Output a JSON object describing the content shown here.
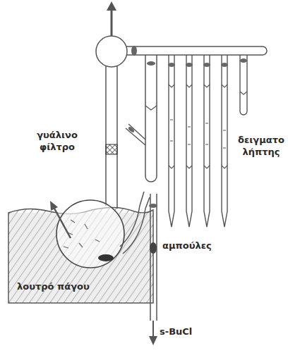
{
  "diagram": {
    "labels": [
      "γυάλινο φίλτρο",
      "δειγματο λήπτης",
      "αμπούλες",
      "λουτρό πάγου",
      "s-BuCl"
    ]
  }
}
